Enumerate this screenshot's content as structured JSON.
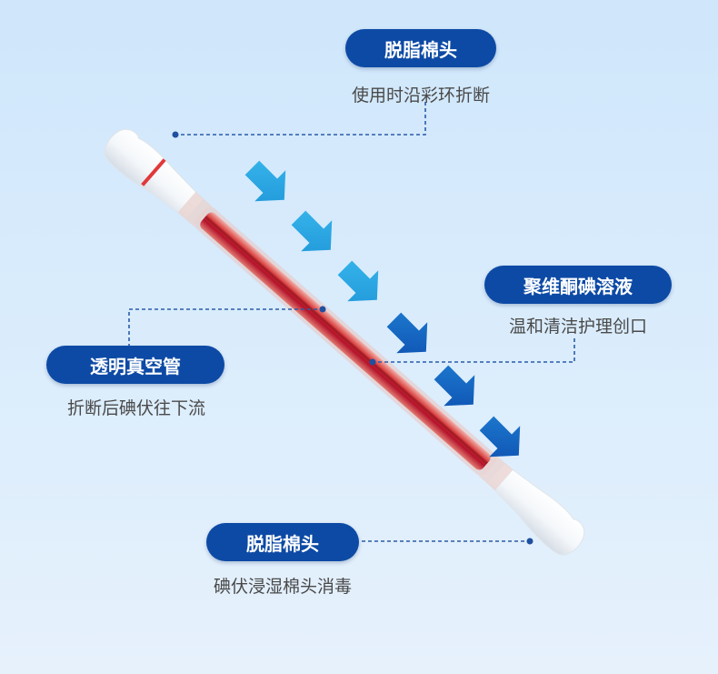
{
  "labels": {
    "top_swab": {
      "title": "脱脂棉头",
      "desc": "使用时沿彩环折断"
    },
    "solution": {
      "title": "聚维酮碘溶液",
      "desc": "温和清洁护理创口"
    },
    "tube": {
      "title": "透明真空管",
      "desc": "折断后碘伏往下流"
    },
    "bottom_swab": {
      "title": "脱脂棉头",
      "desc": "碘伏浸湿棉头消毒"
    }
  },
  "colors": {
    "pill": "#0d4aa5",
    "leader_line": "#2a5caa",
    "arrow_light": "#2ca6e0",
    "arrow_dark": "#0f5bb5",
    "iodine": "#b3122a"
  },
  "icons": {
    "flow_arrow": "arrow-down-right-icon"
  }
}
